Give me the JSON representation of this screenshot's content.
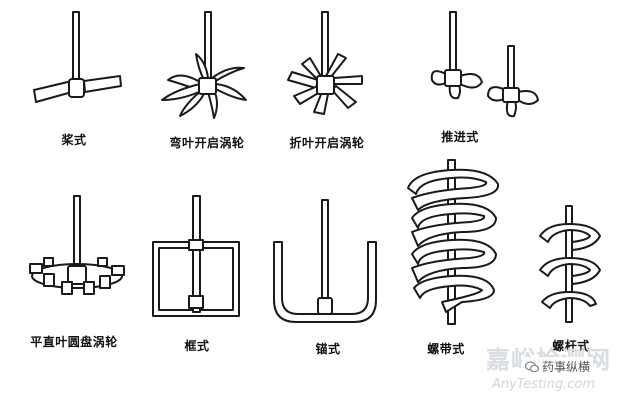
{
  "labels": {
    "paddle": "桨式",
    "curved_open_turbine": "弯叶开启涡轮",
    "pitched_open_turbine": "折叶开启涡轮",
    "propeller": "推进式",
    "flat_disc_turbine": "平直叶圆盘涡轮",
    "frame": "框式",
    "anchor": "锚式",
    "helical_ribbon": "螺带式",
    "screw": "螺杆式"
  },
  "watermark": {
    "site_cn": "嘉峪检测网",
    "site_en": "AnyTesting.com",
    "wechat": "药事纵横"
  },
  "colors": {
    "ink": "#1a1a1a",
    "fill": "#ffffff",
    "watermark": "#d8dde2"
  }
}
